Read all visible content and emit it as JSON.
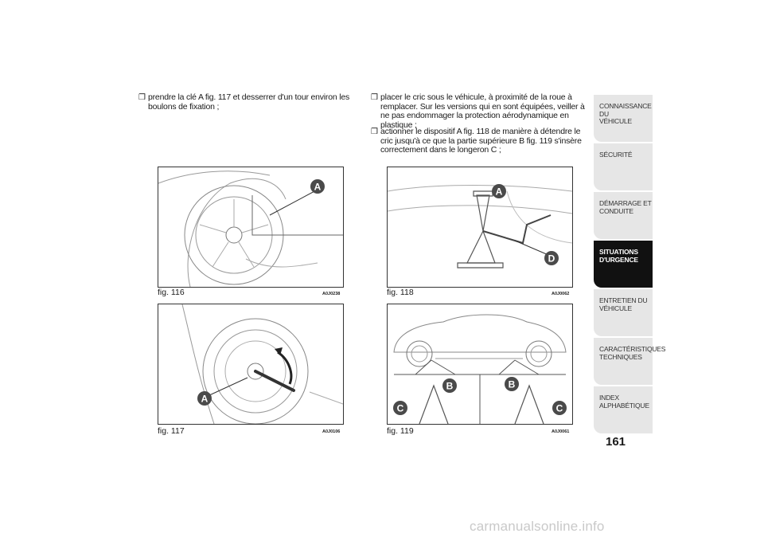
{
  "left_column": {
    "bullet": "❒",
    "text": "prendre la clé A fig. 117 et desserrer d'un tour environ les boulons de fixation ;"
  },
  "right_column": {
    "bullets": [
      {
        "bullet": "❒",
        "text": "placer le cric sous le véhicule, à proximité de la roue à remplacer. Sur les versions qui en sont équipées, veiller à ne pas endommager la protection aérodynamique en plastique ;"
      },
      {
        "bullet": "❒",
        "text": "actionner le dispositif A fig. 118 de manière à détendre le cric jusqu'à ce que la partie supérieure B fig. 119 s'insère correctement dans le longeron C ;"
      }
    ]
  },
  "figures": {
    "fig116": {
      "caption": "fig. 116",
      "code": "A0J0238",
      "labels": [
        "A"
      ]
    },
    "fig117": {
      "caption": "fig. 117",
      "code": "A0J0106",
      "labels": [
        "A"
      ]
    },
    "fig118": {
      "caption": "fig. 118",
      "code": "A0J0062",
      "labels": [
        "A",
        "D"
      ]
    },
    "fig119": {
      "caption": "fig. 119",
      "code": "A0J0061",
      "labels": [
        "B",
        "B",
        "C",
        "C"
      ]
    }
  },
  "sidebar": {
    "tabs": [
      {
        "label": "CONNAISSANCE DU\nVÉHICULE",
        "active": false
      },
      {
        "label": "SÉCURITÉ",
        "active": false
      },
      {
        "label": "DÉMARRAGE ET\nCONDUITE",
        "active": false
      },
      {
        "label": "SITUATIONS\nD'URGENCE",
        "active": true
      },
      {
        "label": "ENTRETIEN DU\nVÉHICULE",
        "active": false
      },
      {
        "label": "CARACTÉRISTIQUES\nTECHNIQUES",
        "active": false
      },
      {
        "label": "INDEX\nALPHABÉTIQUE",
        "active": false
      }
    ]
  },
  "page_number": "161",
  "watermark": "carmanualsonline.info"
}
